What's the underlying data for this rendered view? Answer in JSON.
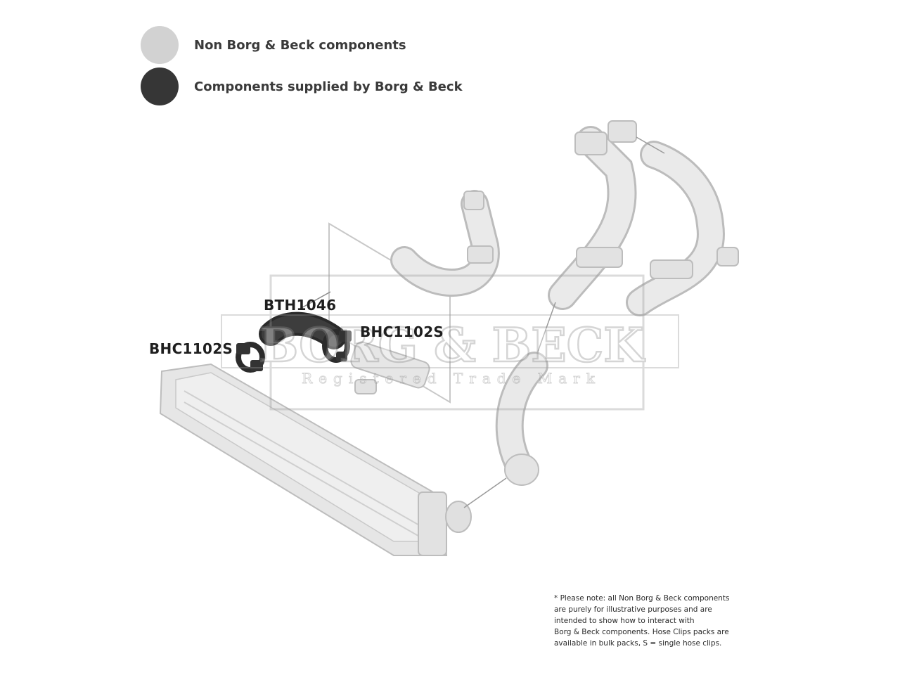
{
  "legend": {
    "items": [
      {
        "label": "Non Borg & Beck components",
        "color": "#d2d2d2"
      },
      {
        "label": "Components supplied by Borg & Beck",
        "color": "#363636"
      }
    ]
  },
  "part_labels": {
    "hose": "BTH1046",
    "clip_right": "BHC1102S",
    "clip_left": "BHC1102S"
  },
  "watermark": {
    "brand": "BORG & BECK",
    "subtitle": "Registered Trade Mark"
  },
  "note": {
    "lines": [
      "* Please note: all Non Borg & Beck components",
      "are purely for illustrative purposes and are",
      "intended to show how to interact with",
      "Borg & Beck components. Hose Clips packs are",
      "available in bulk packs, S = single hose clips."
    ]
  }
}
